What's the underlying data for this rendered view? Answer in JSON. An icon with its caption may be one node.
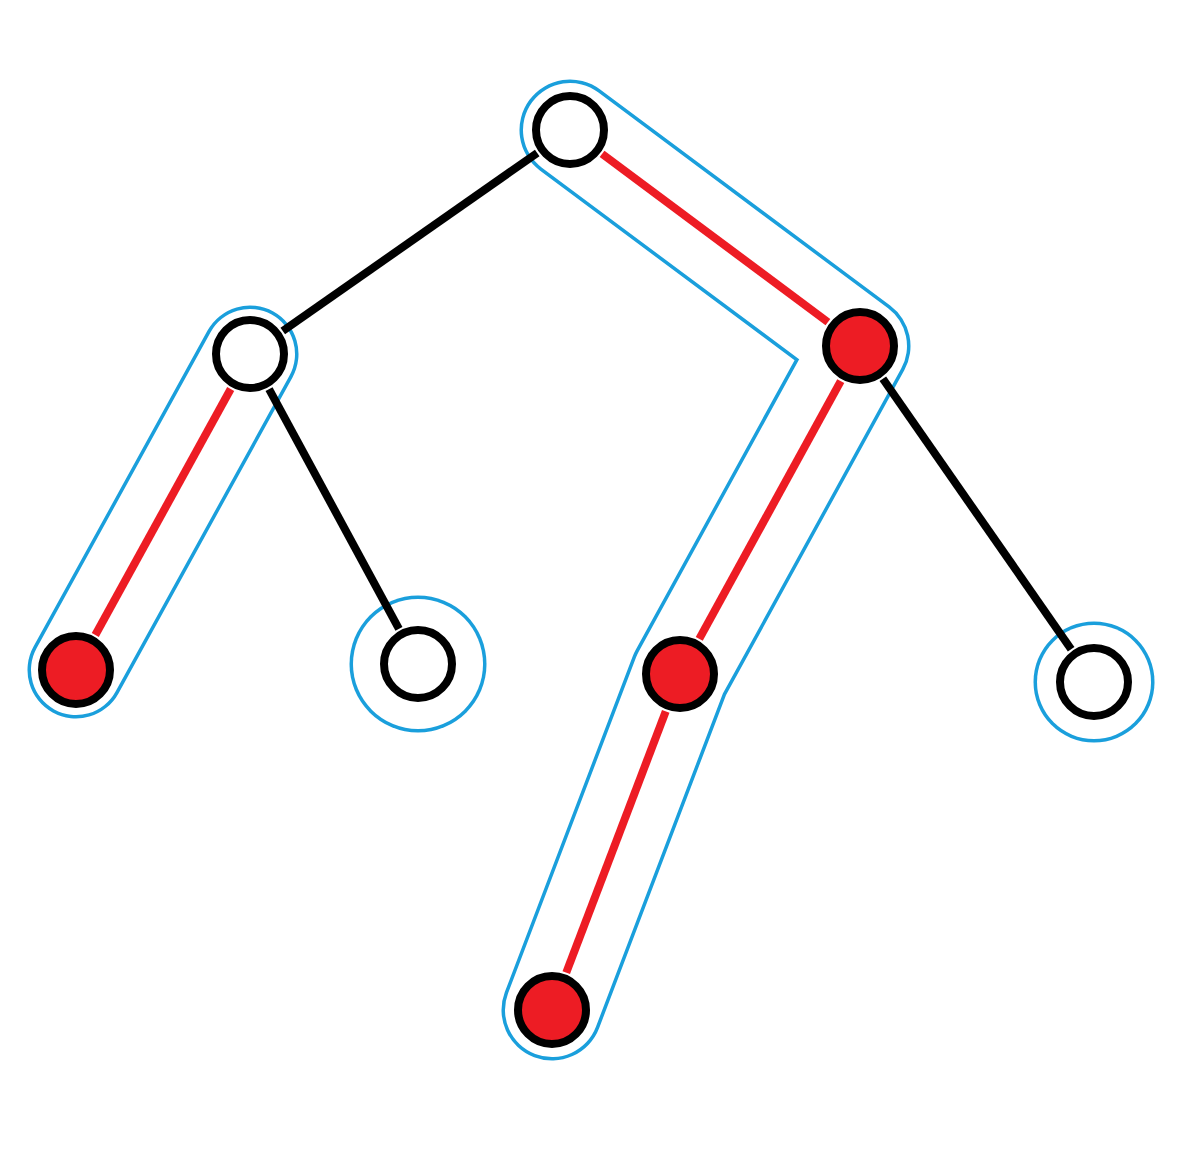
{
  "diagram": {
    "nodes": [
      {
        "text": [],
        "shape": "blob"
      },
      {
        "text": [],
        "shape": "circle",
        "in": 0
      },
      {
        "text": [],
        "shape": "circle",
        "in": 0
      },
      {
        "text": [],
        "shape": "circle",
        "in": 0
      },
      {
        "text": [],
        "shape": "circle",
        "in": 0
      },
      {
        "text": [],
        "shape": "blob"
      },
      {
        "text": [],
        "shape": "circle",
        "in": 5
      },
      {
        "text": [],
        "shape": "circle",
        "in": 5
      },
      {
        "text": [],
        "shape": "blob"
      },
      {
        "text": [],
        "shape": "circle",
        "in": 8
      },
      {
        "text": [],
        "shape": "blob"
      },
      {
        "text": [],
        "shape": "circle",
        "in": 10
      }
    ],
    "edges": [
      {
        "from": 1,
        "to": 6,
        "arrow": "none",
        "color": "#000000"
      },
      {
        "from": 1,
        "to": 2,
        "arrow": "none"
      },
      {
        "from": 6,
        "to": 7,
        "arrow": "none"
      },
      {
        "from": 6,
        "to": 9,
        "arrow": "none",
        "color": "#000000"
      },
      {
        "from": 2,
        "to": 3,
        "arrow": "none"
      },
      {
        "from": 2,
        "to": 11,
        "arrow": "none",
        "color": "#000000"
      },
      {
        "from": 3,
        "to": 4,
        "arrow": "none"
      }
    ]
  }
}
